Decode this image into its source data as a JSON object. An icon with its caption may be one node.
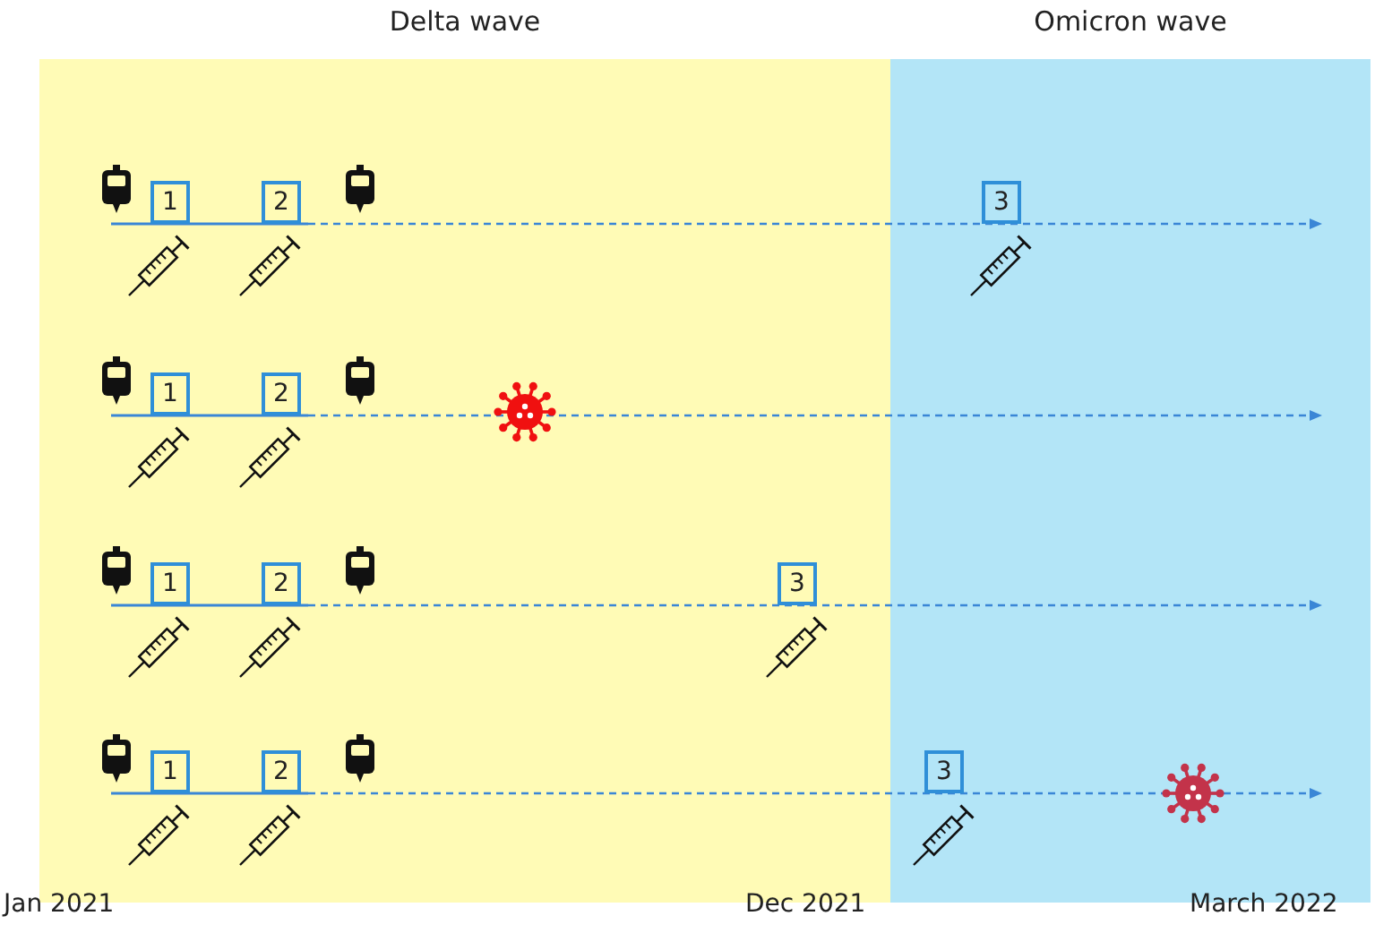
{
  "diagram": {
    "nodes": [
      {
        "text": [
          "Delta wave"
        ]
      },
      {
        "text": [
          "Omicron wave"
        ]
      },
      {
        "text": [
          "1"
        ],
        "in": 0
      },
      {
        "text": [
          "2"
        ],
        "in": 0
      },
      {
        "text": [
          "3"
        ],
        "in": 1
      },
      {
        "text": [
          "1"
        ],
        "in": 0
      },
      {
        "text": [
          "2"
        ],
        "in": 0
      },
      {
        "text": [
          "1"
        ],
        "in": 0
      },
      {
        "text": [
          "2"
        ],
        "in": 0
      },
      {
        "text": [
          "3"
        ],
        "in": 0
      },
      {
        "text": [
          "1"
        ],
        "in": 0
      },
      {
        "text": [
          "2"
        ],
        "in": 0
      },
      {
        "text": [
          "3"
        ],
        "in": 1
      }
    ],
    "labels": [
      "Jan 2021",
      "Dec 2021",
      "March 2022"
    ]
  }
}
